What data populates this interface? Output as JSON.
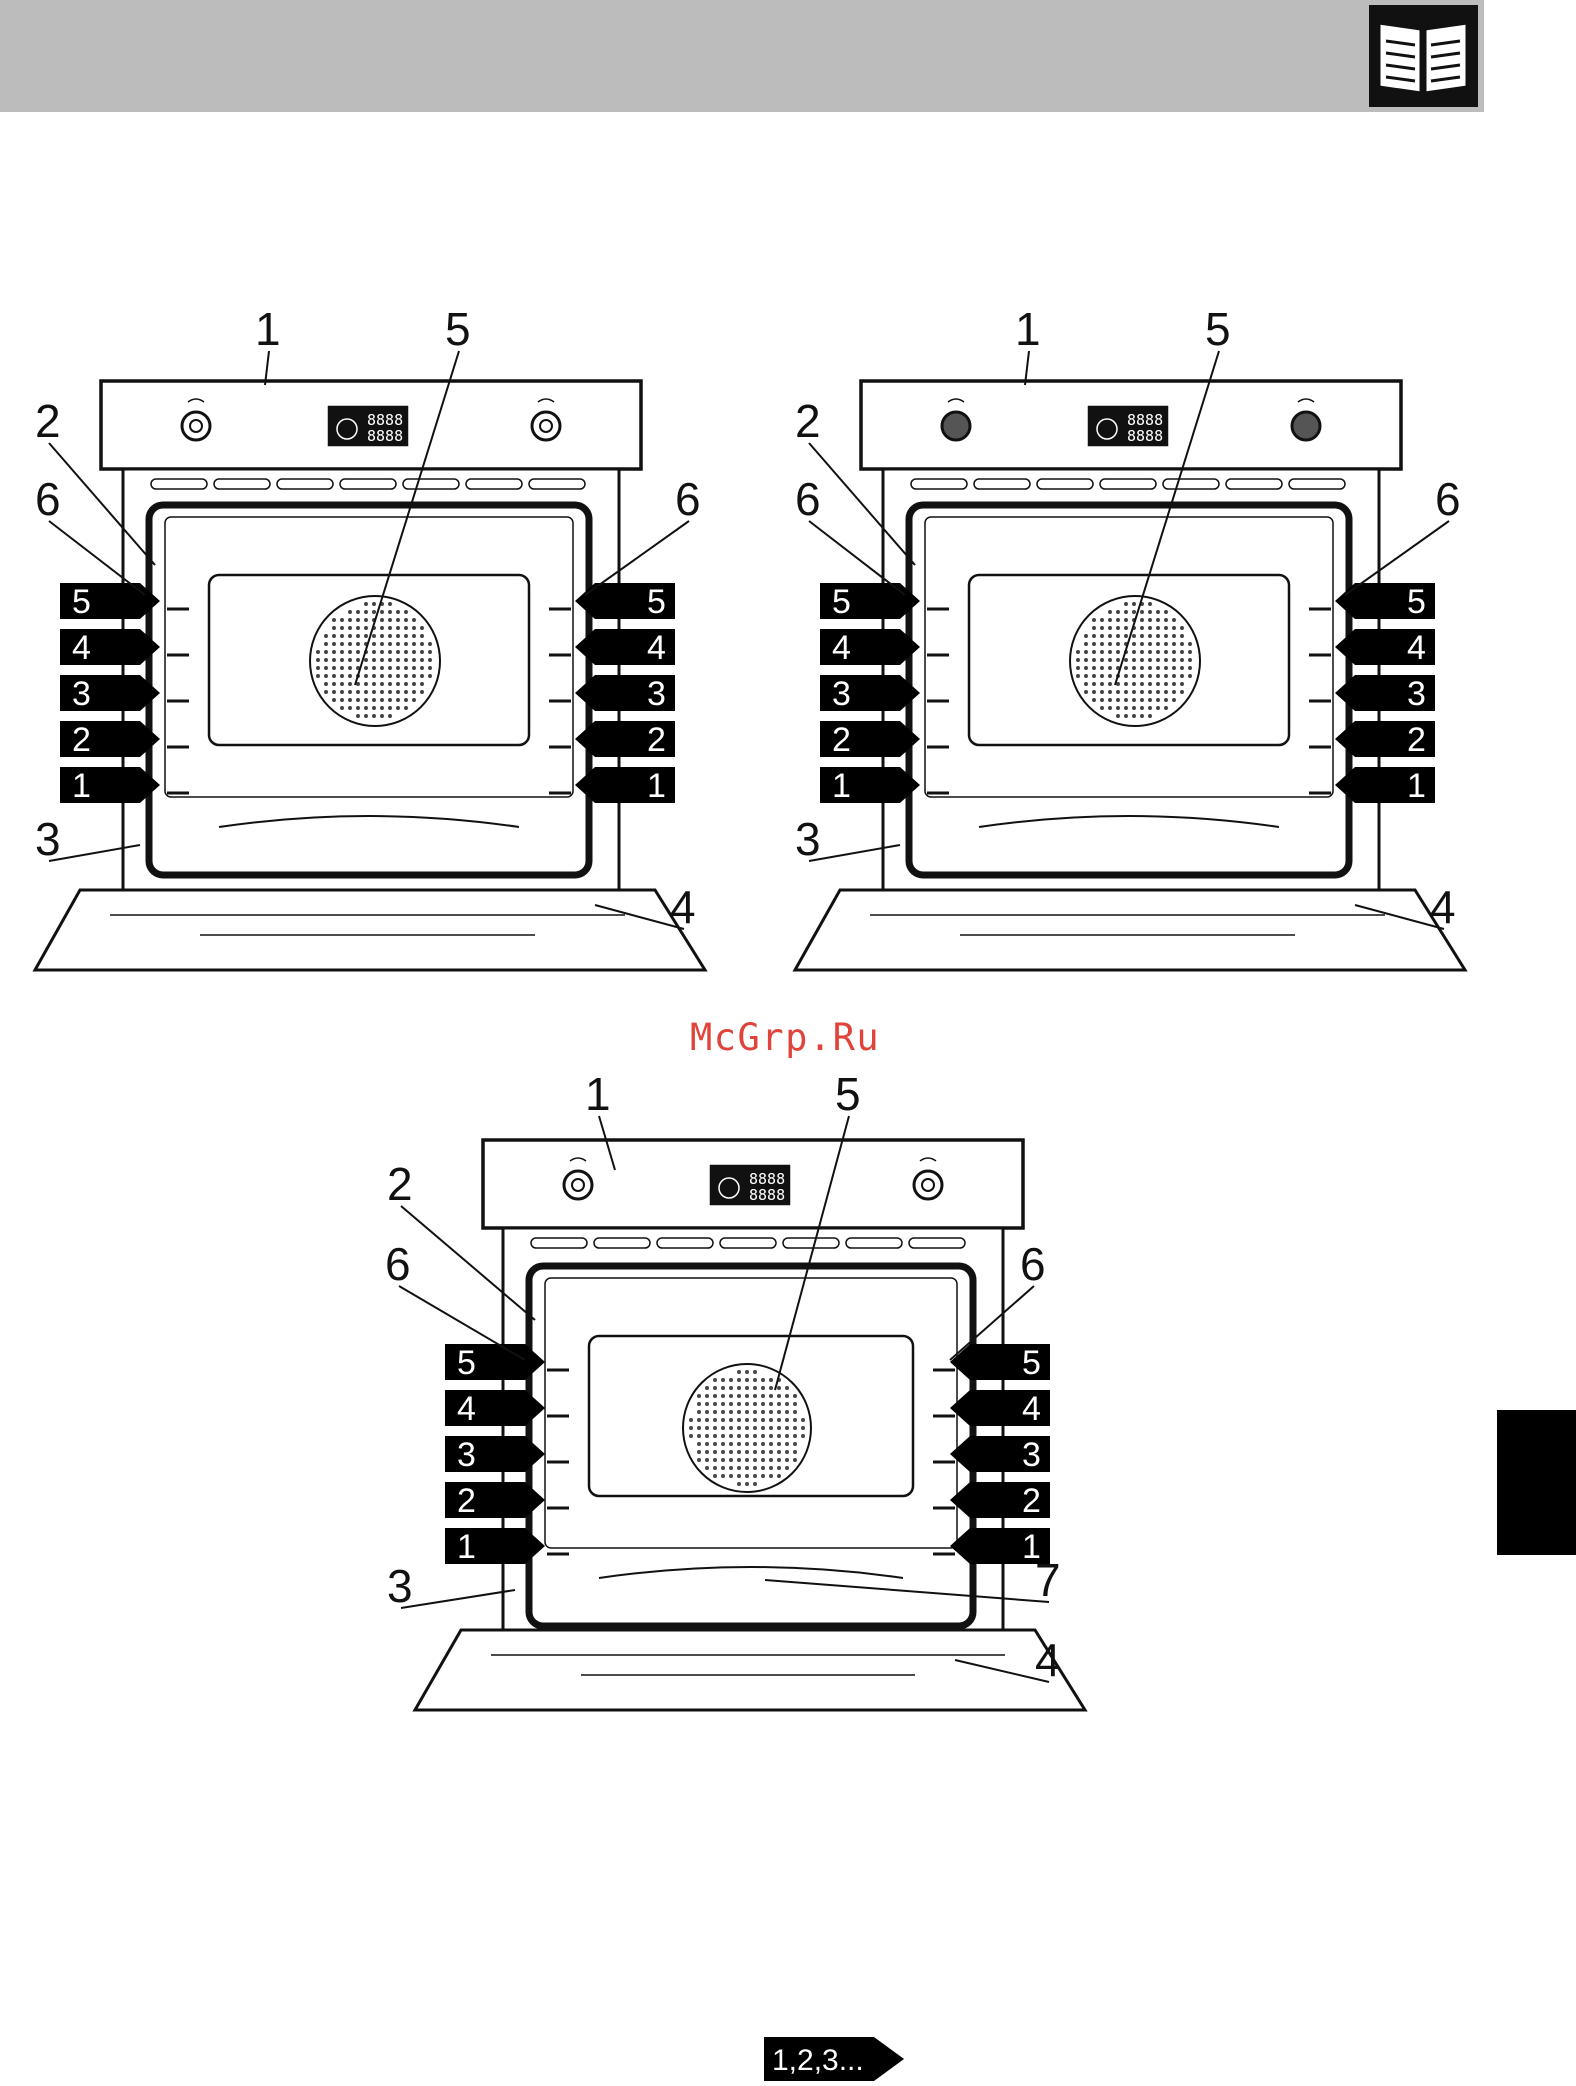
{
  "header": {
    "manual_icon": "open-book-icon"
  },
  "watermark": {
    "text": "McGrp.Ru"
  },
  "diagrams": [
    {
      "callouts": [
        "1",
        "5",
        "2",
        "6",
        "6",
        "3",
        "4"
      ],
      "shelves": [
        "5",
        "4",
        "3",
        "2",
        "1"
      ],
      "knob_style": "ring"
    },
    {
      "callouts": [
        "1",
        "5",
        "2",
        "6",
        "6",
        "3",
        "4"
      ],
      "shelves": [
        "5",
        "4",
        "3",
        "2",
        "1"
      ],
      "knob_style": "solid"
    },
    {
      "callouts": [
        "1",
        "5",
        "2",
        "6",
        "6",
        "3",
        "4",
        "7"
      ],
      "shelves": [
        "5",
        "4",
        "3",
        "2",
        "1"
      ],
      "knob_style": "ring"
    }
  ],
  "display_digits": "8888",
  "footer": {
    "next_label": "1,2,3..."
  },
  "colors": {
    "header_bar": "#bcbcbc",
    "tab": "#000000",
    "watermark": "#e0433a"
  }
}
